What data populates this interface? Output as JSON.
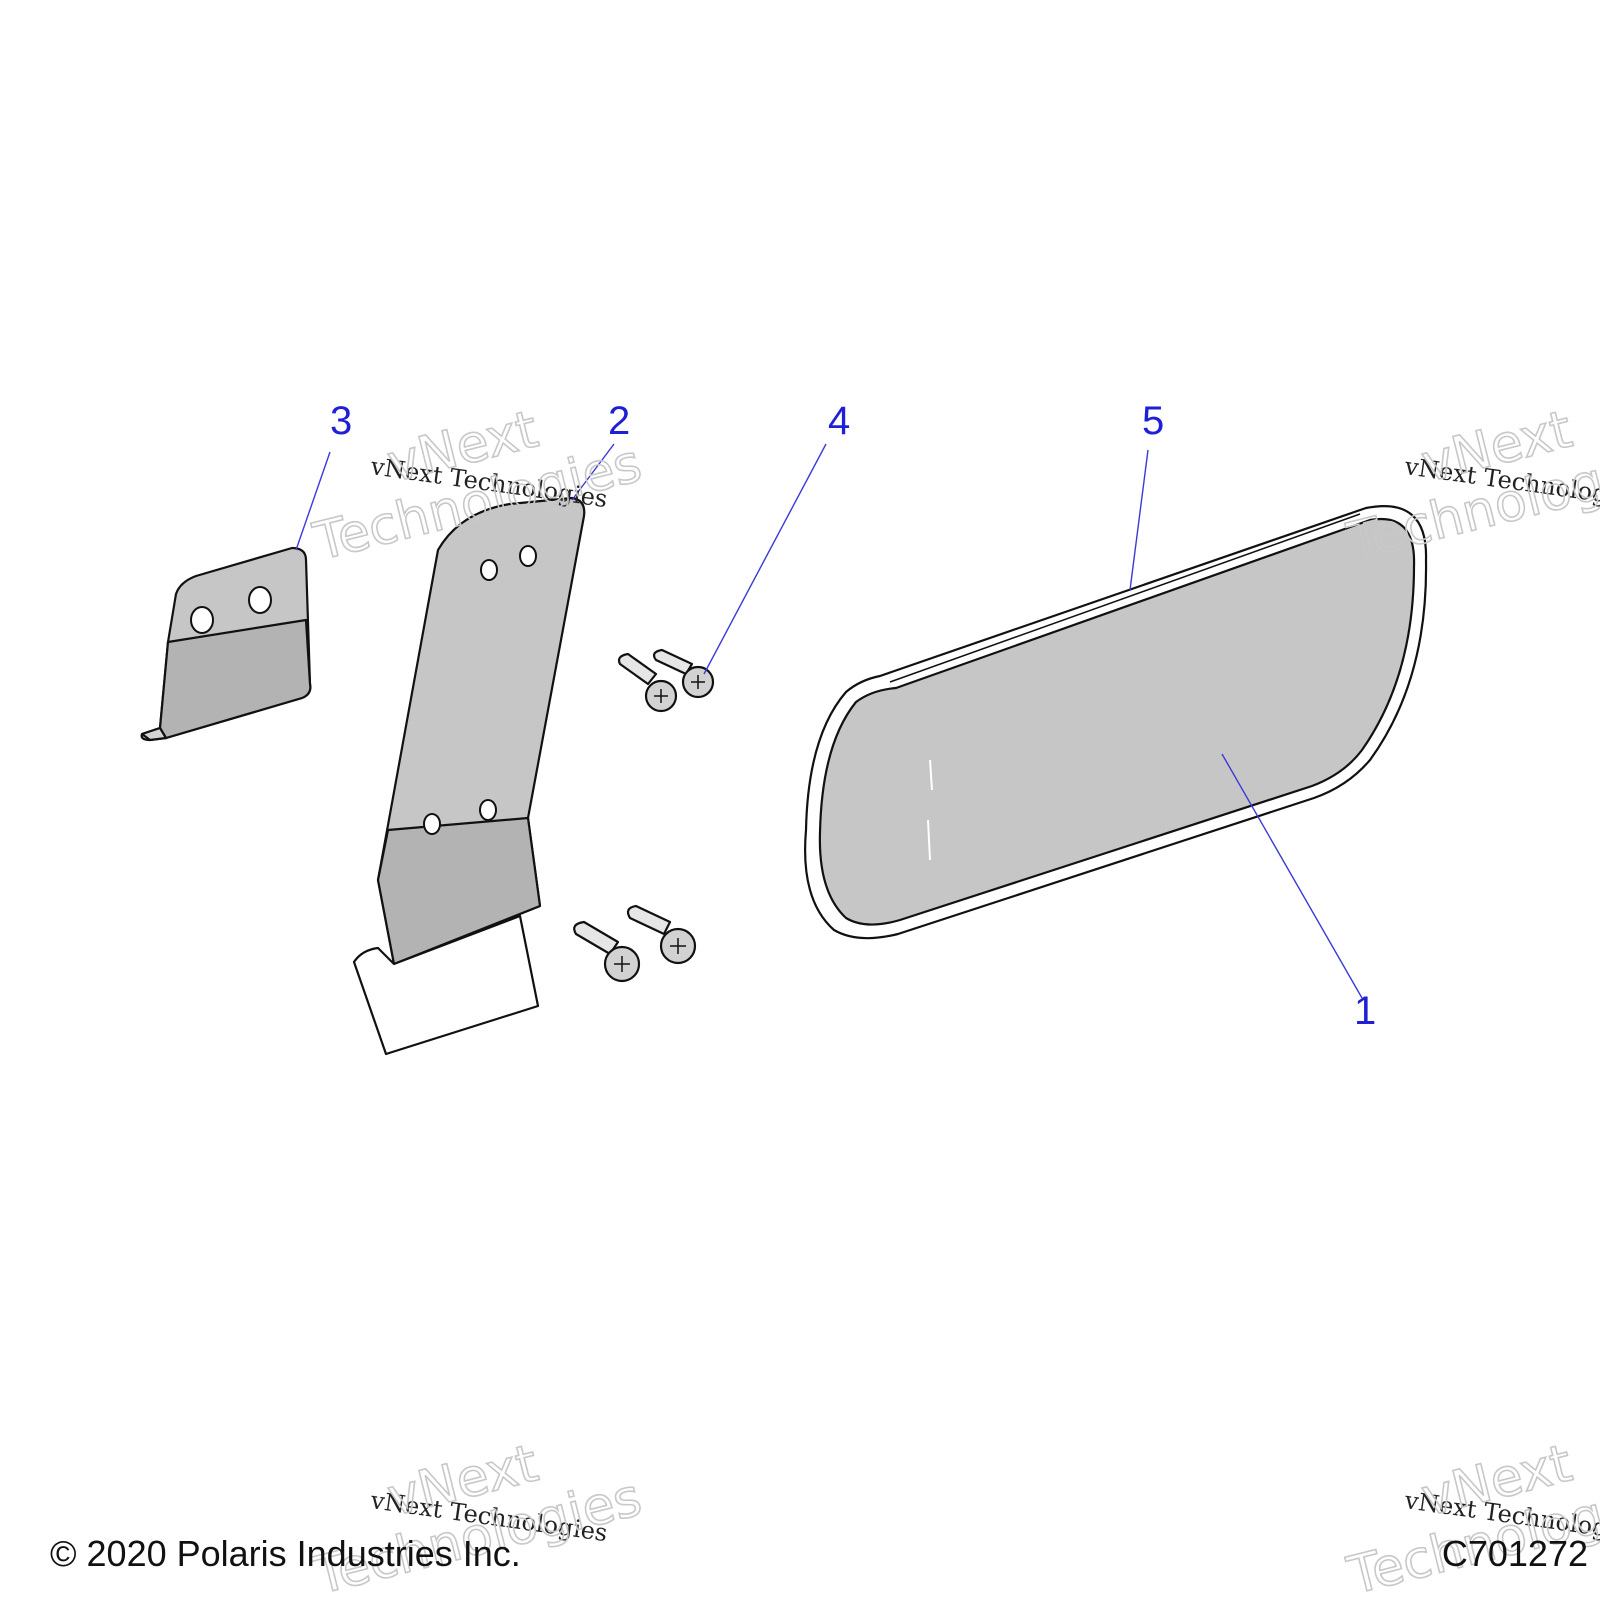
{
  "diagram": {
    "callouts": {
      "c1": "1",
      "c2": "2",
      "c3": "3",
      "c4": "4",
      "c5": "5"
    },
    "parts": [
      "mirror-glass",
      "mounting-bracket",
      "small-bracket",
      "screw",
      "mirror-frame"
    ]
  },
  "watermark": {
    "line": "vNext Technologies",
    "big1": "vNext",
    "big2": "Technologies"
  },
  "footer": {
    "copyright": "© 2020 Polaris Industries Inc.",
    "drawing_id": "C701272"
  },
  "colors": {
    "callout": "#1f1fd6",
    "part_fill": "#c6c6c6",
    "outline": "#111111"
  }
}
